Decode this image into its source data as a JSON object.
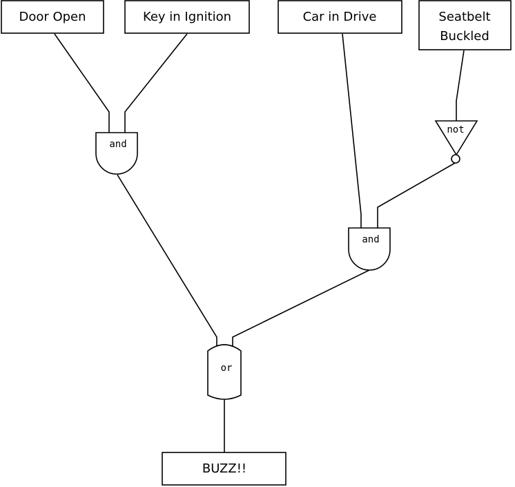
{
  "inputs": {
    "door_open": "Door Open",
    "key_in_ignition": "Key in Ignition",
    "car_in_drive": "Car in Drive",
    "seatbelt_line1": "Seatbelt",
    "seatbelt_line2": "Buckled"
  },
  "gates": {
    "and_left": "and",
    "not_gate": "not",
    "and_right": "and",
    "or_gate": "or"
  },
  "output": {
    "label": "BUZZ!!"
  }
}
